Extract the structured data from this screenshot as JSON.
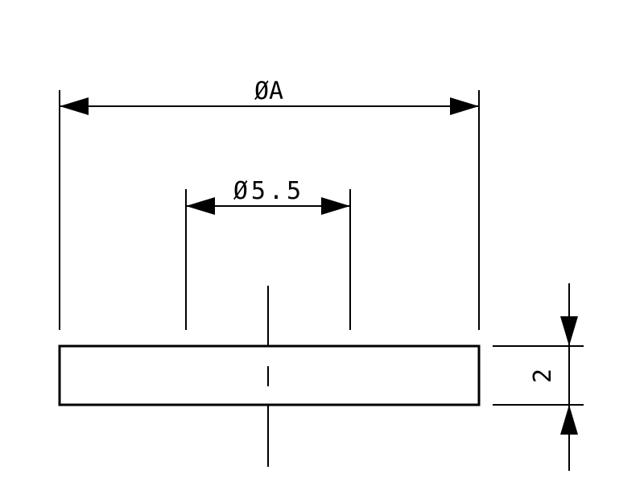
{
  "dimensions": {
    "outer_diameter": "ØA",
    "inner_diameter": "Ø5.5",
    "thickness": "2"
  },
  "colors": {
    "line": "#000000",
    "background": "#ffffff"
  }
}
